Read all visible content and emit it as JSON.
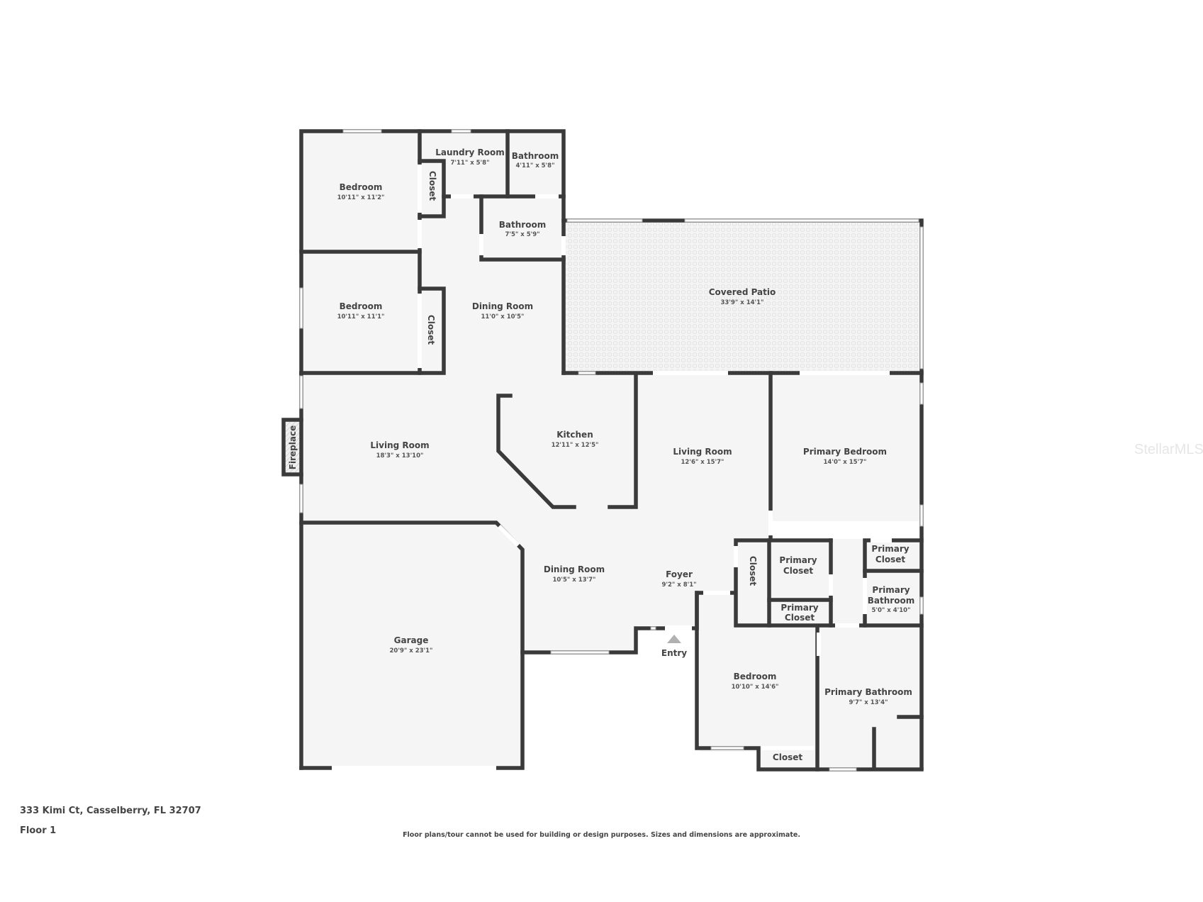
{
  "footer": {
    "address": "333 Kimi Ct, Casselberry, FL 32707",
    "floor_label": "Floor 1",
    "disclaimer": "Floor plans/tour cannot be used for building or design purposes. Sizes and dimensions are approximate."
  },
  "watermark": "StellarMLS",
  "entry_label": "Entry",
  "colors": {
    "wall": "#3a3a3a",
    "floor": "#f5f5f5",
    "text": "#444444",
    "entry_marker": "#b0b0b0"
  },
  "rooms": [
    {
      "id": "bedroom-nw",
      "name": "Bedroom",
      "dims": "10'11\" x 11'2\""
    },
    {
      "id": "laundry",
      "name": "Laundry Room",
      "dims": "7'11\" x 5'8\""
    },
    {
      "id": "bathroom-small",
      "name": "Bathroom",
      "dims": "4'11\" x 5'8\""
    },
    {
      "id": "bathroom-hall",
      "name": "Bathroom",
      "dims": "7'5\" x 5'9\""
    },
    {
      "id": "bedroom-w",
      "name": "Bedroom",
      "dims": "10'11\" x 11'1\""
    },
    {
      "id": "dining-north",
      "name": "Dining Room",
      "dims": "11'0\" x 10'5\""
    },
    {
      "id": "covered-patio",
      "name": "Covered Patio",
      "dims": "33'9\" x 14'1\""
    },
    {
      "id": "living-west",
      "name": "Living Room",
      "dims": "18'3\" x 13'10\""
    },
    {
      "id": "kitchen",
      "name": "Kitchen",
      "dims": "12'11\" x 12'5\""
    },
    {
      "id": "living-east",
      "name": "Living Room",
      "dims": "12'6\" x 15'7\""
    },
    {
      "id": "primary-bedroom",
      "name": "Primary Bedroom",
      "dims": "14'0\" x 15'7\""
    },
    {
      "id": "dining-south",
      "name": "Dining Room",
      "dims": "10'5\" x 13'7\""
    },
    {
      "id": "foyer",
      "name": "Foyer",
      "dims": "9'2\" x 8'1\""
    },
    {
      "id": "garage",
      "name": "Garage",
      "dims": "20'9\" x 23'1\""
    },
    {
      "id": "bedroom-se",
      "name": "Bedroom",
      "dims": "10'10\" x 14'6\""
    },
    {
      "id": "primary-bathroom-large",
      "name": "Primary Bathroom",
      "dims": "9'7\" x 13'4\""
    },
    {
      "id": "primary-bathroom-small",
      "name": "Primary Bathroom",
      "dims": "5'0\" x 4'10\""
    }
  ],
  "labels_only": {
    "closet_nw": "Closet",
    "closet_w": "Closet",
    "closet_foyer": "Closet",
    "closet_bedroom": "Closet",
    "fireplace": "Fireplace",
    "primary_closet_a_1": "Primary",
    "primary_closet_a_2": "Closet",
    "primary_closet_b_1": "Primary",
    "primary_closet_b_2": "Closet",
    "primary_closet_c_1": "Primary",
    "primary_closet_c_2": "Closet",
    "primary_bath_small_1": "Primary",
    "primary_bath_small_2": "Bathroom"
  }
}
